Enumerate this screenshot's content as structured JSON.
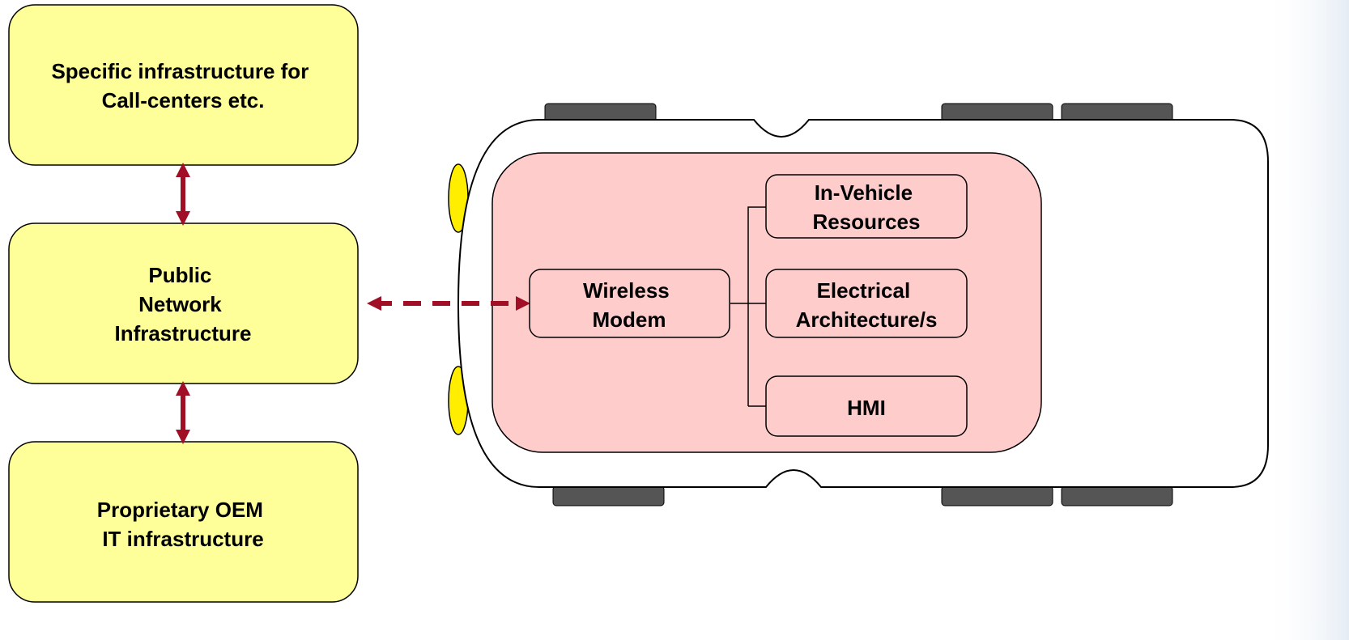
{
  "colors": {
    "infra_box_fill": "#ffff99",
    "vehicle_inner_fill": "#ffcccc",
    "arrow": "#a00f26",
    "wheel": "#555555",
    "light": "#ffee00",
    "body_outline": "#000000"
  },
  "left_boxes": [
    {
      "id": "call-centers",
      "lines": [
        "Specific infrastructure for",
        "Call-centers etc."
      ]
    },
    {
      "id": "public-network",
      "lines": [
        "Public",
        "Network",
        "Infrastructure"
      ]
    },
    {
      "id": "oem-it",
      "lines": [
        "Proprietary OEM",
        "IT infrastructure"
      ]
    }
  ],
  "vehicle_boxes": [
    {
      "id": "wireless-modem",
      "lines": [
        "Wireless",
        "Modem"
      ]
    },
    {
      "id": "in-vehicle-resources",
      "lines": [
        "In-Vehicle",
        "Resources"
      ]
    },
    {
      "id": "electrical-architecture",
      "lines": [
        "Electrical",
        "Architecture/s"
      ]
    },
    {
      "id": "hmi",
      "lines": [
        "HMI"
      ]
    }
  ]
}
